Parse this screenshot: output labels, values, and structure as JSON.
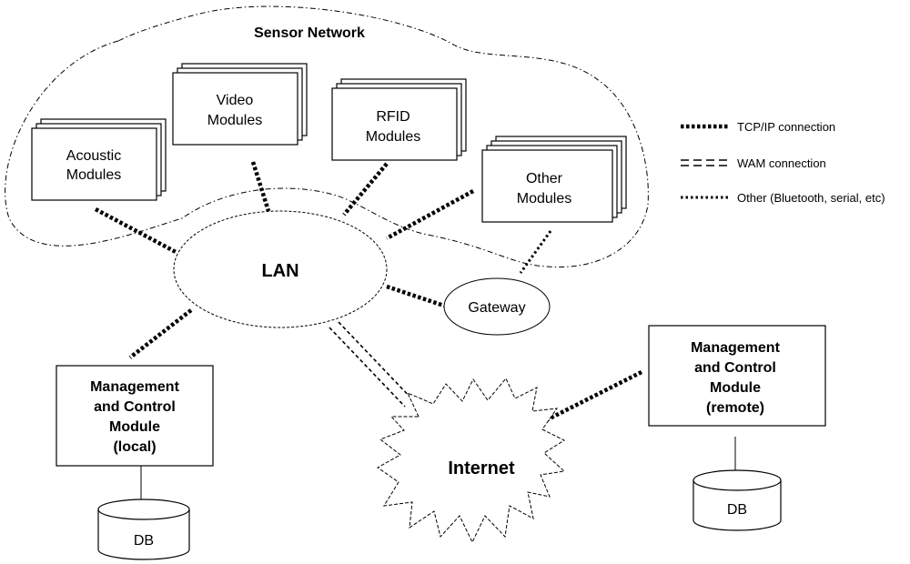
{
  "title": "Sensor Network",
  "nodes": {
    "acoustic": [
      "Acoustic",
      "Modules"
    ],
    "video": [
      "Video",
      "Modules"
    ],
    "rfid": [
      "RFID",
      "Modules"
    ],
    "other": [
      "Other",
      "Modules"
    ],
    "lan": "LAN",
    "gateway": "Gateway",
    "internet": "Internet",
    "mcm_local": [
      "Management",
      "and Control",
      "Module",
      "(local)"
    ],
    "mcm_remote": [
      "Management",
      "and Control",
      "Module",
      "(remote)"
    ],
    "db_local": "DB",
    "db_remote": "DB"
  },
  "legend": {
    "tcp": "TCP/IP connection",
    "wam": "WAM connection",
    "other": "Other (Bluetooth, serial, etc)"
  }
}
